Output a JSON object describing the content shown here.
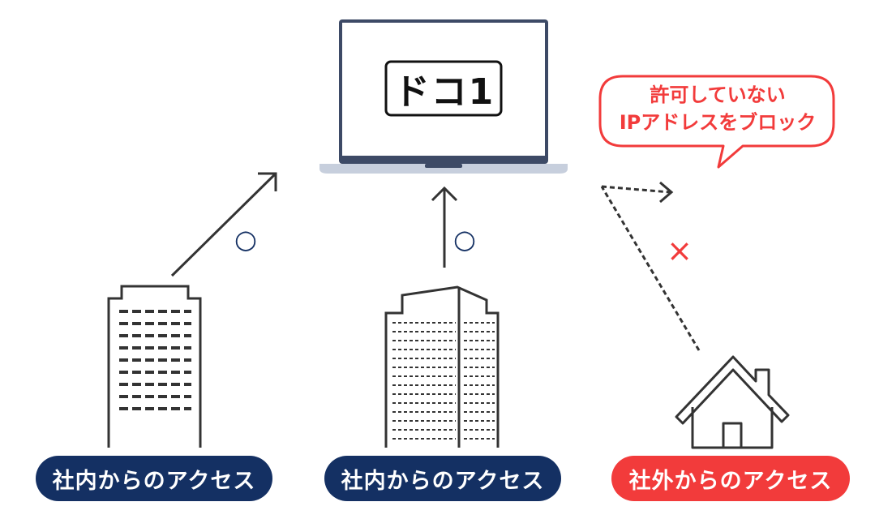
{
  "screen": {
    "logo_text": "ドコ1",
    "bubble": {
      "line1": "許可していない",
      "line2": "IPアドレスをブロック"
    },
    "status": {
      "allowed_mark": "○",
      "blocked_mark": "×"
    },
    "labels": {
      "office_a": "社内からのアクセス",
      "office_b": "社内からのアクセス",
      "outside": "社外からのアクセス"
    }
  },
  "colors": {
    "navy": "#143063",
    "red": "#f23b3b",
    "line": "#333333",
    "laptop_frame": "#3d4a66",
    "laptop_base": "#c7cfdd"
  },
  "icons": [
    "laptop-icon",
    "office-building-icon",
    "tower-building-icon",
    "house-icon",
    "arrow-icon"
  ]
}
